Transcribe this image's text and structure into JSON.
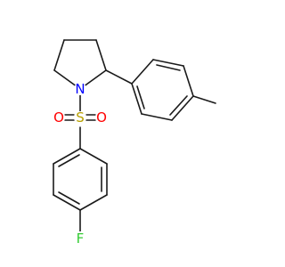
{
  "molecule": {
    "atoms": {
      "N1": {
        "label": "N",
        "color": "#0000ff"
      },
      "S1": {
        "label": "S",
        "color": "#b8a000"
      },
      "O1": {
        "label": "O",
        "color": "#ff0000"
      },
      "O2": {
        "label": "O",
        "color": "#ff0000"
      },
      "F1": {
        "label": "F",
        "color": "#33cc33"
      }
    },
    "bond_color": "#1a1a1a"
  }
}
